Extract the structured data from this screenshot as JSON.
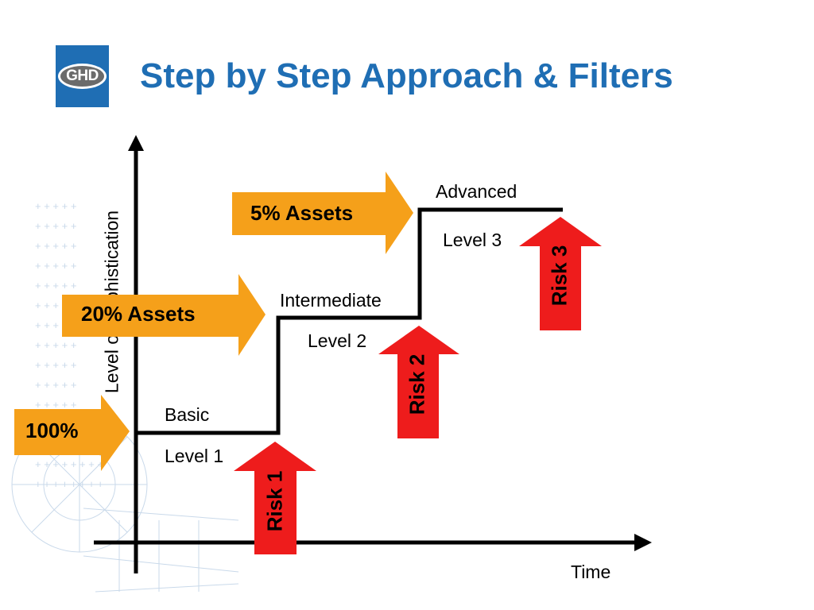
{
  "slide": {
    "title": "Step by Step Approach & Filters",
    "logo_text": "GHD"
  },
  "axes": {
    "y_label": "Level of Sophistication",
    "x_label": "Time"
  },
  "steps": [
    {
      "name": "Basic",
      "level": "Level 1"
    },
    {
      "name": "Intermediate",
      "level": "Level 2"
    },
    {
      "name": "Advanced",
      "level": "Level 3"
    }
  ],
  "filters": [
    {
      "label": "100%"
    },
    {
      "label": "20% Assets"
    },
    {
      "label": "5% Assets"
    }
  ],
  "risks": [
    {
      "label": "Risk 1"
    },
    {
      "label": "Risk 2"
    },
    {
      "label": "Risk 3"
    }
  ],
  "colors": {
    "title": "#1f6eb4",
    "logo": "#1f6eb4",
    "filter_arrow": "#f5a01a",
    "risk_arrow": "#ee1c1c",
    "watermark": "#c9d9ea"
  }
}
